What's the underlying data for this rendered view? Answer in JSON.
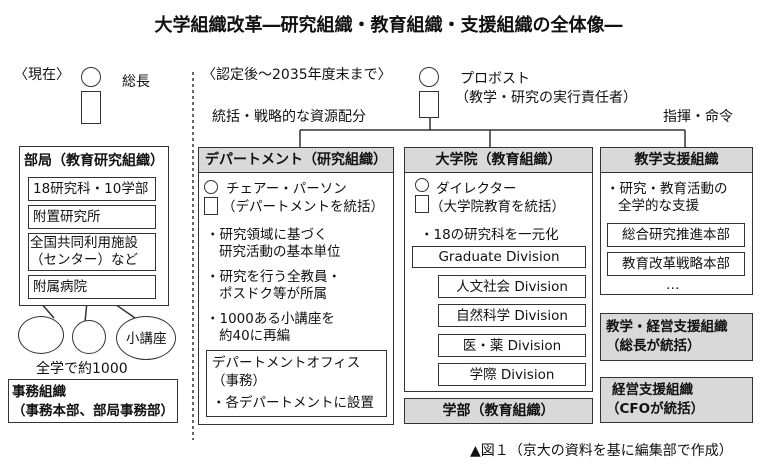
{
  "title": "大学組織改革―研究組織・教育組織・支援組織の全体像―",
  "left": {
    "current_label": "〈現在〉",
    "president": "総長",
    "bukyoku_header": "部局（教育研究組織）",
    "items": [
      "18研究科・10学部",
      "附置研究所",
      "全国共同利用施設\n（センター）など",
      "附属病院"
    ],
    "koza": "小講座",
    "zengaku": "全学で約1000",
    "jimu_title": "事務組織",
    "jimu_sub": "（事務本部、部局事務部）"
  },
  "right": {
    "after_label": "〈認定後～2035年度末まで〉",
    "provost": "プロボスト",
    "provost_sub": "（教学・研究の実行責任者）",
    "allocation": "統括・戦略的な資源配分",
    "command": "指揮・命令",
    "dept": {
      "header": "デパートメント（研究組織）",
      "chair": "チェアー・パーソン",
      "chair_sub": "（デパートメントを統括）",
      "b1a": "・研究領域に基づく",
      "b1b": "研究活動の基本単位",
      "b2a": "・研究を行う全教員・",
      "b2b": "ポスドク等が所属",
      "b3a": "・1000ある小講座を",
      "b3b": "約40に再編",
      "office_a": "デパートメントオフィス",
      "office_b": "（事務）",
      "office_c": "・各デパートメントに設置"
    },
    "grad": {
      "header": "大学院（教育組織）",
      "director": "ダイレクター",
      "director_sub": "（大学院教育を統括）",
      "bullet": "・18の研究科を一元化",
      "gd": "Graduate Division",
      "divisions": [
        "人文社会 Division",
        "自然科学 Division",
        "医・薬 Division",
        "学際 Division"
      ],
      "gakubu": "学部（教育組織）"
    },
    "support": {
      "header": "教学支援組織",
      "b1a": "・研究・教育活動の",
      "b1b": "全学的な支援",
      "units": [
        "総合研究推進本部",
        "教育改革戦略本部"
      ],
      "dots": "…",
      "kyogaku_a": "教学・経営支援組織",
      "kyogaku_b": "（総長が統括）",
      "keiei_a": "経営支援組織",
      "keiei_b": "（CFOが統括）"
    }
  },
  "caption": "▲図１（京大の資料を基に編集部で作成）"
}
